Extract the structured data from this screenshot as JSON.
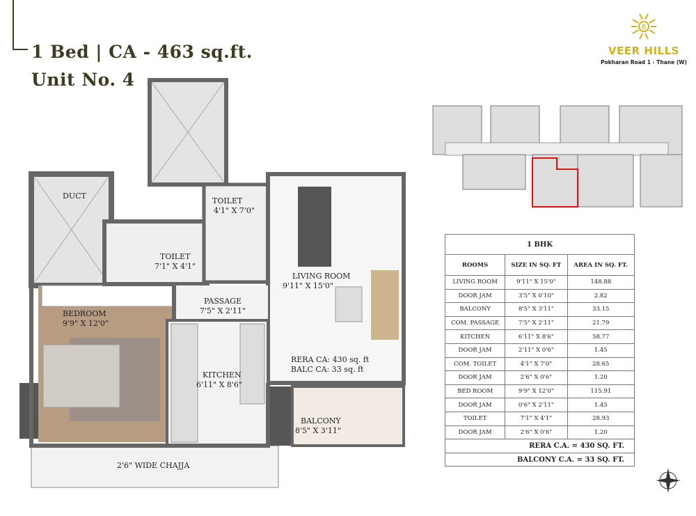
{
  "header": {
    "line1": "1 Bed | CA - 463 sq.ft.",
    "line2": "Unit No. 4"
  },
  "logo": {
    "letter": "B",
    "brand": "VEER HILLS",
    "location": "Pokharan Road 1 - Thane (W)",
    "color": "#d4b21a"
  },
  "plan": {
    "duct": "DUCT",
    "toilet_small": {
      "name": "TOILET",
      "size": "4'1\" X 7'0\""
    },
    "toilet": {
      "name": "TOILET",
      "size": "7'1\" X 4'1\""
    },
    "living": {
      "name": "LIVING ROOM",
      "size": "9'11\" X 15'0\""
    },
    "passage": {
      "name": "PASSAGE",
      "size": "7'5\" X 2'11\""
    },
    "bedroom": {
      "name": "BEDROOM",
      "size": "9'9\" X 12'0\""
    },
    "kitchen": {
      "name": "KITCHEN",
      "size": "6'11\" X 8'6\""
    },
    "rera": "RERA CA: 430 sq. ft",
    "balc": "BALC CA: 33 sq. ft",
    "balcony": {
      "name": "BALCONY",
      "size": "8'5\" X 3'11\""
    },
    "chajja": "2'6\" WIDE CHAJJA"
  },
  "table": {
    "title": "1 BHK",
    "headers": [
      "ROOMS",
      "SIZE IN SQ. FT",
      "AREA IN SQ. FT."
    ],
    "rows": [
      [
        "LIVING ROOM",
        "9'11\" X 15'0\"",
        "148.88"
      ],
      [
        "DOOR JAM",
        "3'5\" X 0'10\"",
        "2.82"
      ],
      [
        "BALCONY",
        "8'5\" X 3'11\"",
        "33.15"
      ],
      [
        "COM. PASSAGE",
        "7'5\" X 2'11\"",
        "21.79"
      ],
      [
        "KITCHEN",
        "6'11\" X 8'6\"",
        "58.77"
      ],
      [
        "DOOR JAM",
        "2'11\" X 0'6\"",
        "1.45"
      ],
      [
        "COM. TOILET",
        "4'1\" X 7'0\"",
        "28.65"
      ],
      [
        "DOOR JAM",
        "2'6\" X 0'6\"",
        "1.20"
      ],
      [
        "BED ROOM",
        "9'9\" X 12'0\"",
        "115.91"
      ],
      [
        "DOOR JAM",
        "0'6\" X 2'11\"",
        "1.45"
      ],
      [
        "TOILET",
        "7'1\" X 4'1\"",
        "28.93"
      ],
      [
        "DOOR JAM",
        "2'6\" X 0'6\"",
        "1.20"
      ]
    ],
    "rera_total": "RERA C.A. = 430 SQ. FT.",
    "balcony_total": "BALCONY C.A. = 33 SQ. FT."
  }
}
